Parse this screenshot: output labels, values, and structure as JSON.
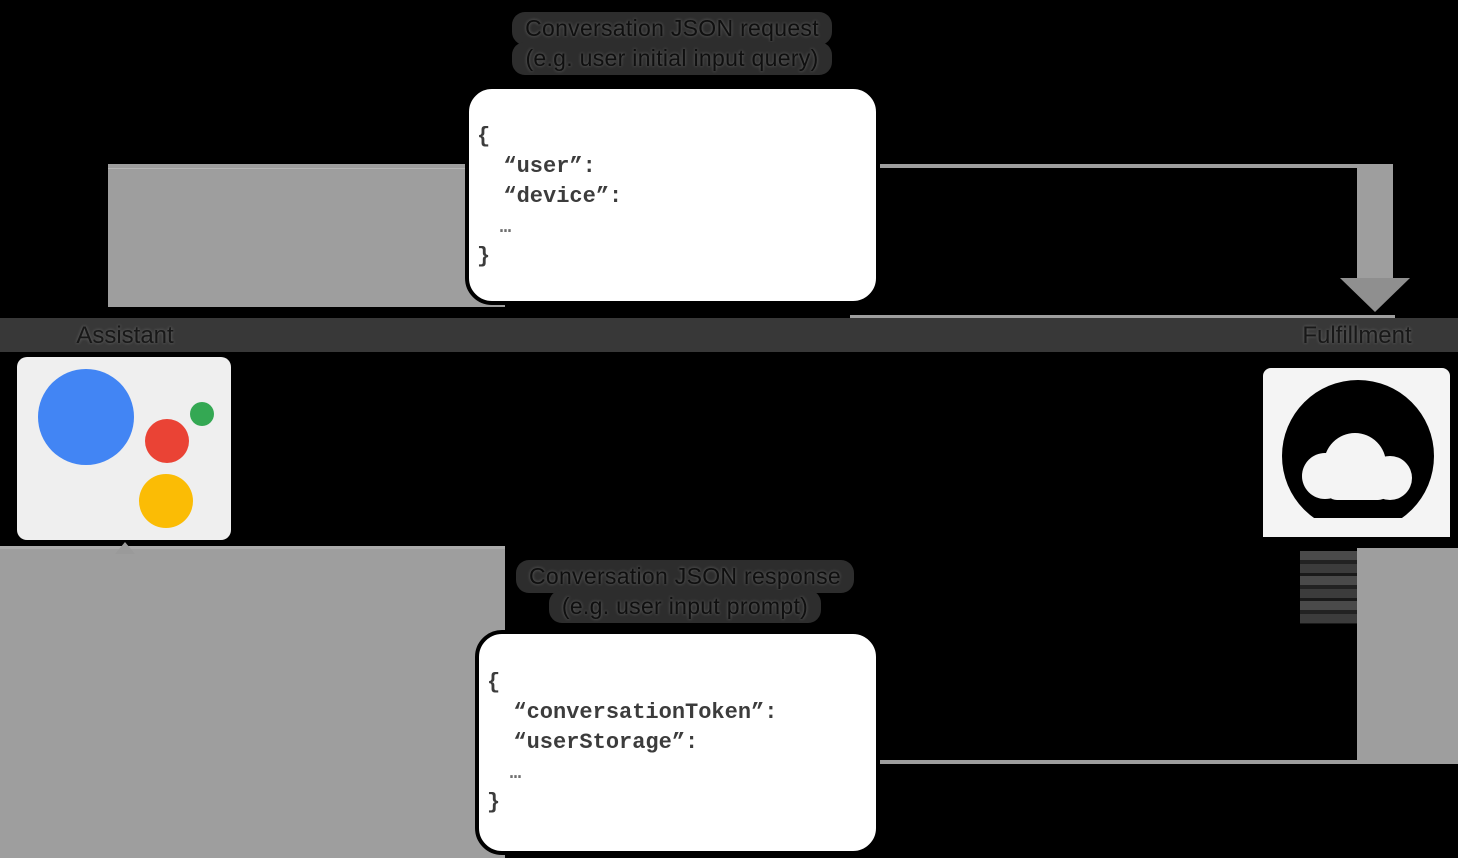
{
  "request_flow": {
    "title": "Conversation JSON request",
    "subtitle": "(e.g. user initial input query)",
    "code": [
      "{",
      "  “user”:",
      "  “device”:",
      "  …",
      "}"
    ]
  },
  "response_flow": {
    "title": "Conversation JSON response",
    "subtitle": "(e.g. user input prompt)",
    "code": [
      "{",
      "  “conversationToken”:",
      "  “userStorage”:",
      "  …",
      "}"
    ]
  },
  "endpoints": {
    "assistant_label": "Assistant",
    "fulfillment_label": "Fulfillment"
  },
  "icons": {
    "assistant": "google-assistant-logo",
    "fulfillment": "cloud-icon"
  },
  "colors": {
    "arrow_gray": "#9e9e9e",
    "arrow_edge_light": "#b6b6b6",
    "label_band": "#383838",
    "assistant_card_bg": "#efefef",
    "fulfillment_card_bg": "#f4f4f4",
    "assistant_blue": "#4285f4",
    "assistant_red": "#ea4335",
    "assistant_green": "#34a853",
    "assistant_yellow": "#fbbc05",
    "code_text": "#3c3c3c",
    "background": "#000000"
  }
}
